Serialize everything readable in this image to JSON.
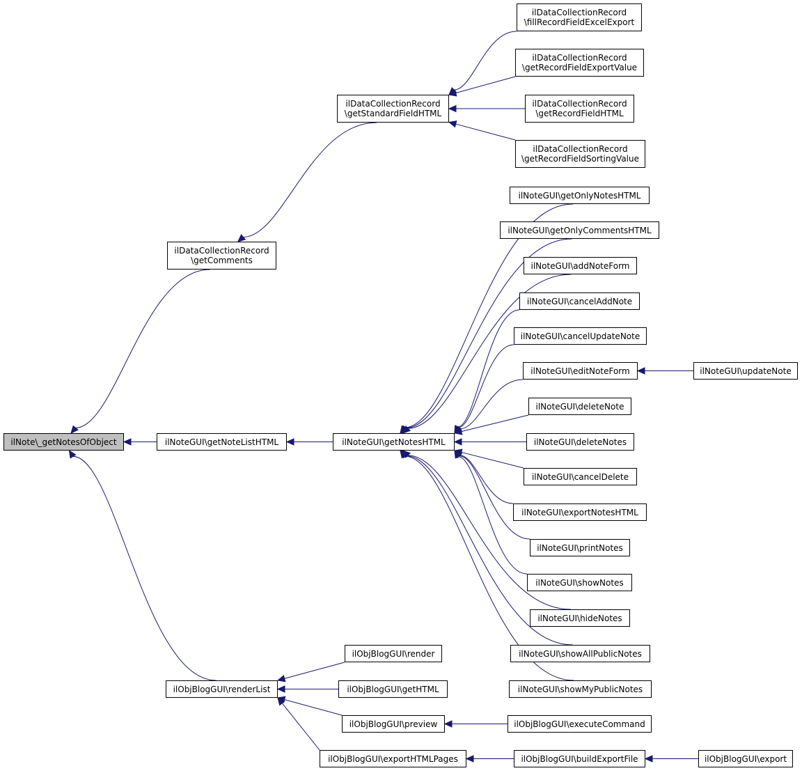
{
  "colors": {
    "edge": "#191970",
    "node_border": "#000000",
    "focus_fill": "#bfbfbf",
    "node_fill": "#ffffff"
  },
  "nodes": {
    "n_getNotesOfObject": [
      "ilNote\\_getNotesOfObject"
    ],
    "n_dcr_getComments": [
      "ilDataCollectionRecord",
      "\\getComments"
    ],
    "n_notegui_getNoteListHTML": [
      "ilNoteGUI\\getNoteListHTML"
    ],
    "n_blog_renderList": [
      "ilObjBlogGUI\\renderList"
    ],
    "n_dcr_getStandardFieldHTML": [
      "ilDataCollectionRecord",
      "\\getStandardFieldHTML"
    ],
    "n_notegui_getNotesHTML": [
      "ilNoteGUI\\getNotesHTML"
    ],
    "n_blog_render": [
      "ilObjBlogGUI\\render"
    ],
    "n_blog_getHTML": [
      "ilObjBlogGUI\\getHTML"
    ],
    "n_blog_preview": [
      "ilObjBlogGUI\\preview"
    ],
    "n_blog_exportHTMLPages": [
      "ilObjBlogGUI\\exportHTMLPages"
    ],
    "n_dcr_fillRecordFieldExcelExport": [
      "ilDataCollectionRecord",
      "\\fillRecordFieldExcelExport"
    ],
    "n_dcr_getRecordFieldExportValue": [
      "ilDataCollectionRecord",
      "\\getRecordFieldExportValue"
    ],
    "n_dcr_getRecordFieldHTML": [
      "ilDataCollectionRecord",
      "\\getRecordFieldHTML"
    ],
    "n_dcr_getRecordFieldSortingValue": [
      "ilDataCollectionRecord",
      "\\getRecordFieldSortingValue"
    ],
    "n_notegui_getOnlyNotesHTML": [
      "ilNoteGUI\\getOnlyNotesHTML"
    ],
    "n_notegui_getOnlyCommentsHTML": [
      "ilNoteGUI\\getOnlyCommentsHTML"
    ],
    "n_notegui_addNoteForm": [
      "ilNoteGUI\\addNoteForm"
    ],
    "n_notegui_cancelAddNote": [
      "ilNoteGUI\\cancelAddNote"
    ],
    "n_notegui_cancelUpdateNote": [
      "ilNoteGUI\\cancelUpdateNote"
    ],
    "n_notegui_editNoteForm": [
      "ilNoteGUI\\editNoteForm"
    ],
    "n_notegui_deleteNote": [
      "ilNoteGUI\\deleteNote"
    ],
    "n_notegui_deleteNotes": [
      "ilNoteGUI\\deleteNotes"
    ],
    "n_notegui_cancelDelete": [
      "ilNoteGUI\\cancelDelete"
    ],
    "n_notegui_exportNotesHTML": [
      "ilNoteGUI\\exportNotesHTML"
    ],
    "n_notegui_printNotes": [
      "ilNoteGUI\\printNotes"
    ],
    "n_notegui_showNotes": [
      "ilNoteGUI\\showNotes"
    ],
    "n_notegui_hideNotes": [
      "ilNoteGUI\\hideNotes"
    ],
    "n_notegui_showAllPublicNotes": [
      "ilNoteGUI\\showAllPublicNotes"
    ],
    "n_notegui_showMyPublicNotes": [
      "ilNoteGUI\\showMyPublicNotes"
    ],
    "n_notegui_updateNote": [
      "ilNoteGUI\\updateNote"
    ],
    "n_blog_executeCommand": [
      "ilObjBlogGUI\\executeCommand"
    ],
    "n_blog_buildExportFile": [
      "ilObjBlogGUI\\buildExportFile"
    ],
    "n_blog_export": [
      "ilObjBlogGUI\\export"
    ]
  },
  "edges": [
    [
      "n_dcr_getComments",
      "n_getNotesOfObject"
    ],
    [
      "n_notegui_getNoteListHTML",
      "n_getNotesOfObject"
    ],
    [
      "n_blog_renderList",
      "n_getNotesOfObject"
    ],
    [
      "n_dcr_getStandardFieldHTML",
      "n_dcr_getComments"
    ],
    [
      "n_notegui_getNotesHTML",
      "n_notegui_getNoteListHTML"
    ],
    [
      "n_blog_render",
      "n_blog_renderList"
    ],
    [
      "n_blog_getHTML",
      "n_blog_renderList"
    ],
    [
      "n_blog_preview",
      "n_blog_renderList"
    ],
    [
      "n_blog_exportHTMLPages",
      "n_blog_renderList"
    ],
    [
      "n_dcr_fillRecordFieldExcelExport",
      "n_dcr_getStandardFieldHTML"
    ],
    [
      "n_dcr_getRecordFieldExportValue",
      "n_dcr_getStandardFieldHTML"
    ],
    [
      "n_dcr_getRecordFieldHTML",
      "n_dcr_getStandardFieldHTML"
    ],
    [
      "n_dcr_getRecordFieldSortingValue",
      "n_dcr_getStandardFieldHTML"
    ],
    [
      "n_notegui_getOnlyNotesHTML",
      "n_notegui_getNotesHTML"
    ],
    [
      "n_notegui_getOnlyCommentsHTML",
      "n_notegui_getNotesHTML"
    ],
    [
      "n_notegui_addNoteForm",
      "n_notegui_getNotesHTML"
    ],
    [
      "n_notegui_cancelAddNote",
      "n_notegui_getNotesHTML"
    ],
    [
      "n_notegui_cancelUpdateNote",
      "n_notegui_getNotesHTML"
    ],
    [
      "n_notegui_editNoteForm",
      "n_notegui_getNotesHTML"
    ],
    [
      "n_notegui_deleteNote",
      "n_notegui_getNotesHTML"
    ],
    [
      "n_notegui_deleteNotes",
      "n_notegui_getNotesHTML"
    ],
    [
      "n_notegui_cancelDelete",
      "n_notegui_getNotesHTML"
    ],
    [
      "n_notegui_exportNotesHTML",
      "n_notegui_getNotesHTML"
    ],
    [
      "n_notegui_printNotes",
      "n_notegui_getNotesHTML"
    ],
    [
      "n_notegui_showNotes",
      "n_notegui_getNotesHTML"
    ],
    [
      "n_notegui_hideNotes",
      "n_notegui_getNotesHTML"
    ],
    [
      "n_notegui_showAllPublicNotes",
      "n_notegui_getNotesHTML"
    ],
    [
      "n_notegui_showMyPublicNotes",
      "n_notegui_getNotesHTML"
    ],
    [
      "n_notegui_updateNote",
      "n_notegui_editNoteForm"
    ],
    [
      "n_blog_executeCommand",
      "n_blog_preview"
    ],
    [
      "n_blog_buildExportFile",
      "n_blog_exportHTMLPages"
    ],
    [
      "n_blog_export",
      "n_blog_buildExportFile"
    ]
  ]
}
